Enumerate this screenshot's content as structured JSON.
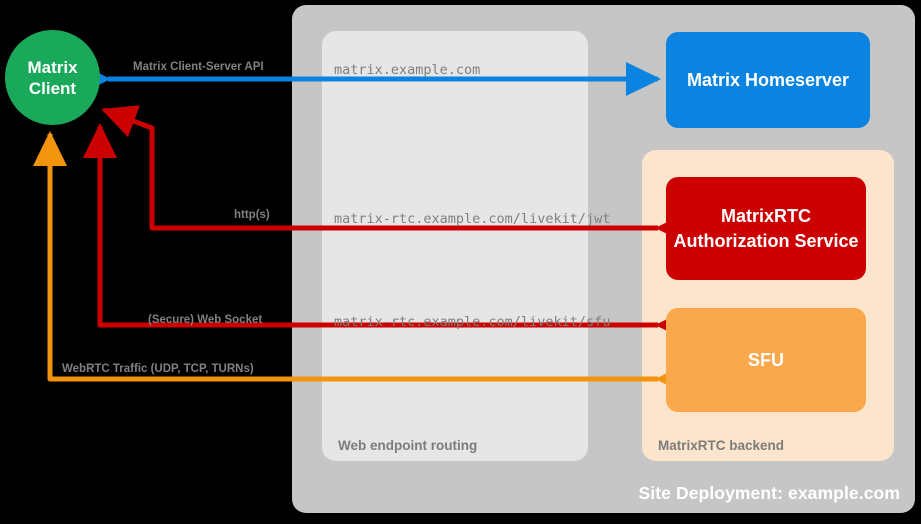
{
  "diagram": {
    "title": "Site Deployment: example.com",
    "site_panel_label": "Site Deployment: example.com",
    "routing_panel_label": "Web endpoint routing",
    "backend_panel_label": "MatrixRTC backend"
  },
  "nodes": {
    "client": {
      "line1": "Matrix",
      "line2": "Client",
      "color": "#1aa85a"
    },
    "homeserver": {
      "label": "Matrix Homeserver",
      "color": "#0a84e0"
    },
    "auth_service": {
      "label": "MatrixRTC Authorization Service",
      "color": "#cc0000"
    },
    "sfu": {
      "label": "SFU",
      "color": "#f9a94c"
    }
  },
  "endpoints": [
    {
      "name": "matrix",
      "text": "matrix.example.com"
    },
    {
      "name": "jwt",
      "text": "matrix-rtc.example.com/livekit/jwt"
    },
    {
      "name": "sfu",
      "text": "matrix-rtc.example.com/livekit/sfu"
    }
  ],
  "connections": [
    {
      "name": "client-server-api",
      "label": "Matrix Client-Server API",
      "color": "#0a84e0",
      "endpoint": "matrix.example.com",
      "direction": "bidirectional",
      "from": "Matrix Client",
      "to": "Matrix Homeserver"
    },
    {
      "name": "https",
      "label": "http(s)",
      "color": "#cc0000",
      "endpoint": "matrix-rtc.example.com/livekit/jwt",
      "direction": "bidirectional",
      "from": "Matrix Client",
      "to": "MatrixRTC Authorization Service"
    },
    {
      "name": "websocket",
      "label": "(Secure) Web Socket",
      "color": "#cc0000",
      "endpoint": "matrix-rtc.example.com/livekit/sfu",
      "direction": "bidirectional",
      "from": "Matrix Client",
      "to": "SFU"
    },
    {
      "name": "webrtc",
      "label": "WebRTC Traffic (UDP, TCP, TURNs)",
      "color": "#f2950d",
      "endpoint": "",
      "direction": "bidirectional",
      "from": "Matrix Client",
      "to": "SFU"
    }
  ],
  "colors": {
    "background": "#000000",
    "site_panel": "#c6c6c6",
    "routing_panel": "#e6e6e6",
    "backend_panel": "#fce5cc",
    "label_gray": "#808080",
    "panel_label_gray": "#7c7c7c",
    "blue": "#0a84e0",
    "red": "#cc0000",
    "orange": "#f2950d",
    "green": "#1aa85a",
    "sfu_orange": "#f9a94c",
    "white": "#ffffff"
  }
}
